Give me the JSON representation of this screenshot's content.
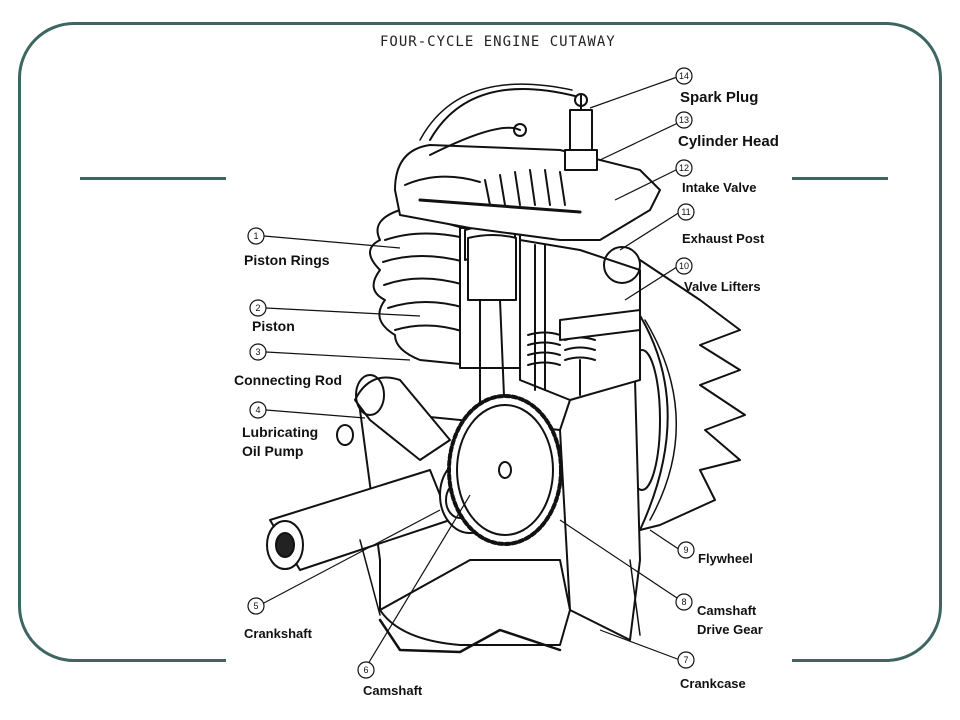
{
  "title": "FOUR-CYCLE ENGINE CUTAWAY",
  "colors": {
    "frame": "#3d6663",
    "ink": "#111111"
  },
  "callouts": [
    {
      "number": "1",
      "label": "Piston Rings"
    },
    {
      "number": "2",
      "label": "Piston"
    },
    {
      "number": "3",
      "label": "Connecting Rod"
    },
    {
      "number": "4",
      "label_lines": [
        "Lubricating",
        "Oil Pump"
      ]
    },
    {
      "number": "5",
      "label": "Crankshaft"
    },
    {
      "number": "6",
      "label": "Camshaft"
    },
    {
      "number": "7",
      "label": "Crankcase"
    },
    {
      "number": "8",
      "label_lines": [
        "Camshaft",
        "Drive Gear"
      ]
    },
    {
      "number": "9",
      "label": "Flywheel"
    },
    {
      "number": "10",
      "label": "Valve Lifters"
    },
    {
      "number": "11",
      "label": "Exhaust Post"
    },
    {
      "number": "12",
      "label": "Intake Valve"
    },
    {
      "number": "13",
      "label": "Cylinder Head"
    },
    {
      "number": "14",
      "label": "Spark Plug"
    }
  ]
}
